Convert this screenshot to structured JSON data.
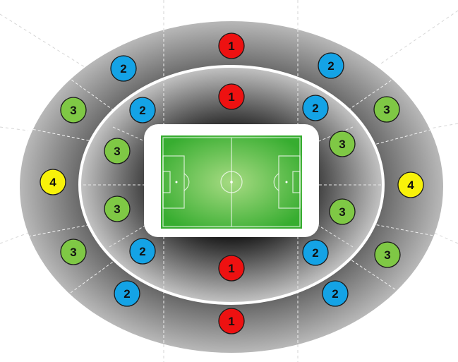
{
  "categories": {
    "1": {
      "color": "#ee1111"
    },
    "2": {
      "color": "#14a3e6"
    },
    "3": {
      "color": "#7fc845"
    },
    "4": {
      "color": "#f8f20a"
    }
  },
  "badges": [
    {
      "id": "outer-top",
      "category": "1",
      "label": "1"
    },
    {
      "id": "inner-top",
      "category": "1",
      "label": "1"
    },
    {
      "id": "inner-bottom",
      "category": "1",
      "label": "1"
    },
    {
      "id": "outer-bottom",
      "category": "1",
      "label": "1"
    },
    {
      "id": "outer-top-left",
      "category": "2",
      "label": "2"
    },
    {
      "id": "outer-top-right",
      "category": "2",
      "label": "2"
    },
    {
      "id": "inner-top-left",
      "category": "2",
      "label": "2"
    },
    {
      "id": "inner-top-right",
      "category": "2",
      "label": "2"
    },
    {
      "id": "inner-bottom-left",
      "category": "2",
      "label": "2"
    },
    {
      "id": "inner-bottom-right",
      "category": "2",
      "label": "2"
    },
    {
      "id": "outer-bottom-left",
      "category": "2",
      "label": "2"
    },
    {
      "id": "outer-bottom-right",
      "category": "2",
      "label": "2"
    },
    {
      "id": "outer-left-upper",
      "category": "3",
      "label": "3"
    },
    {
      "id": "outer-right-upper",
      "category": "3",
      "label": "3"
    },
    {
      "id": "inner-left-upper",
      "category": "3",
      "label": "3"
    },
    {
      "id": "inner-right-upper",
      "category": "3",
      "label": "3"
    },
    {
      "id": "inner-left-lower",
      "category": "3",
      "label": "3"
    },
    {
      "id": "inner-right-lower",
      "category": "3",
      "label": "3"
    },
    {
      "id": "outer-left-lower",
      "category": "3",
      "label": "3"
    },
    {
      "id": "outer-right-lower",
      "category": "3",
      "label": "3"
    },
    {
      "id": "outer-left",
      "category": "4",
      "label": "4"
    },
    {
      "id": "outer-right",
      "category": "4",
      "label": "4"
    }
  ]
}
